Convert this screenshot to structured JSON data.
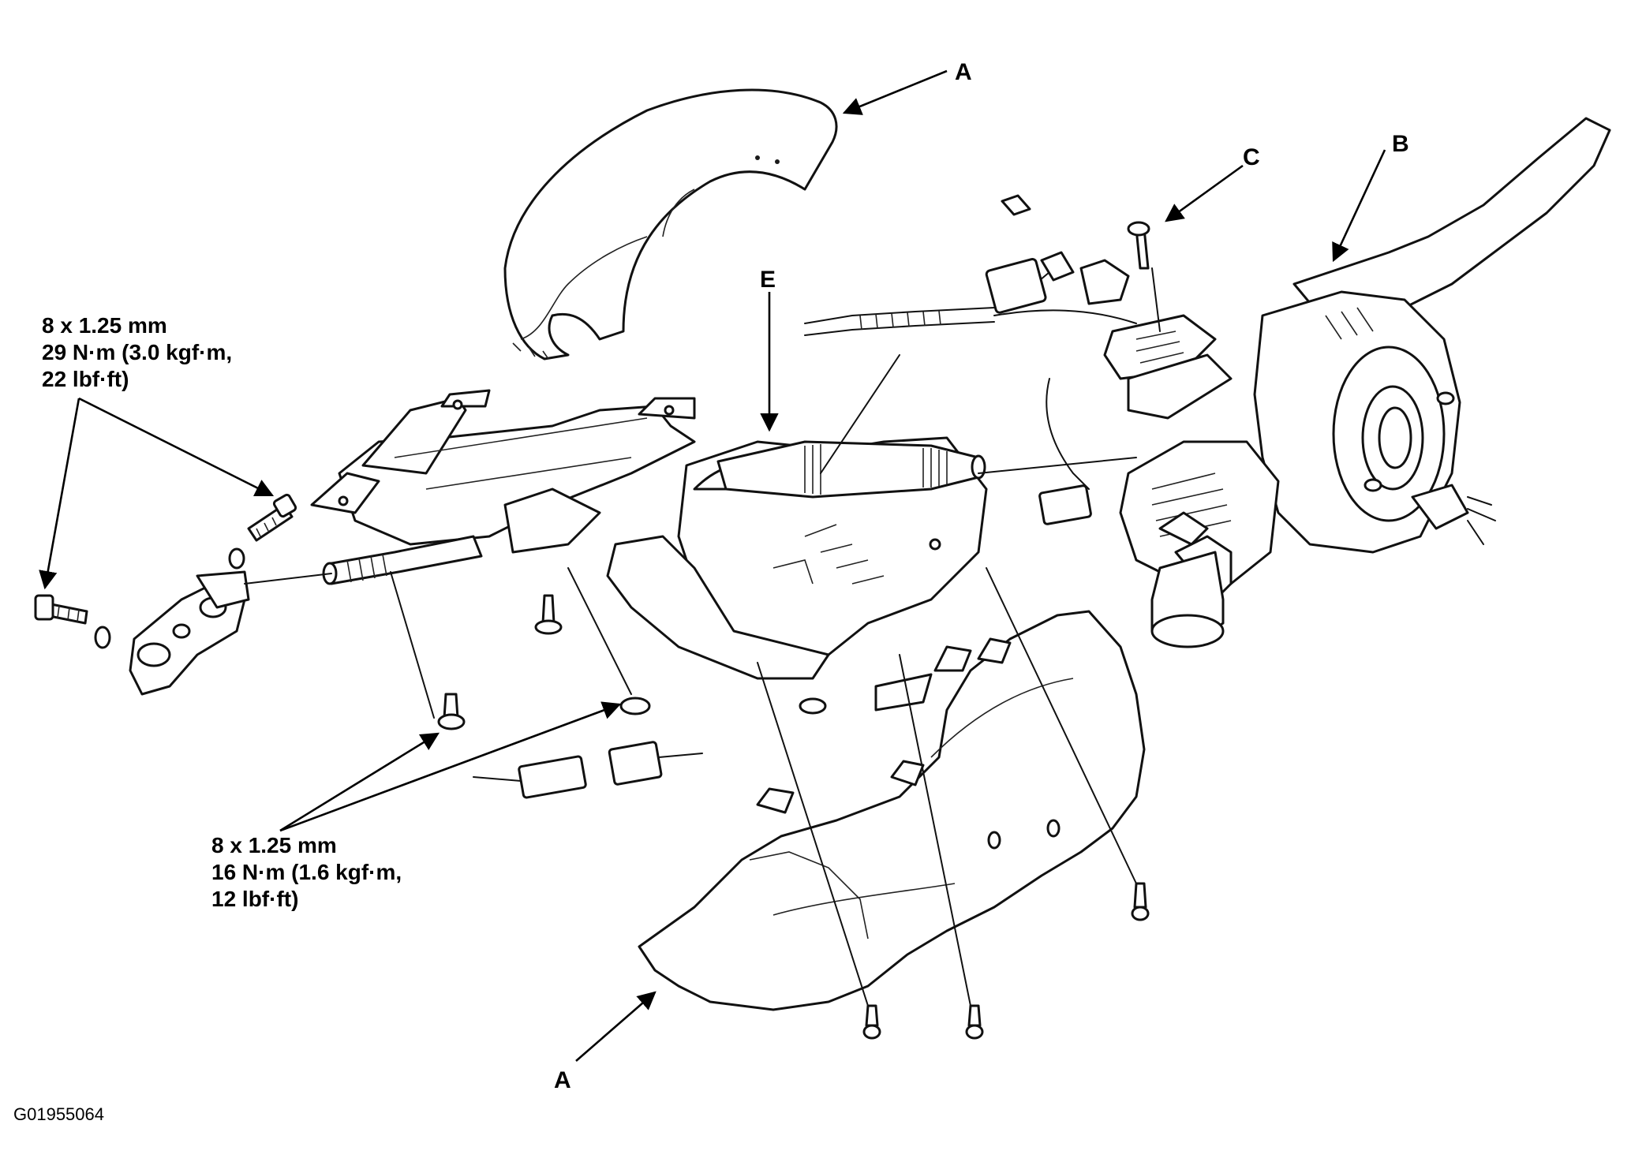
{
  "callouts": {
    "a_top": "A",
    "a_bottom": "A",
    "b": "B",
    "c": "C",
    "e": "E"
  },
  "specs": {
    "upper": {
      "line1": "8 x 1.25 mm",
      "line2": "29 N·m (3.0 kgf·m,",
      "line3": "22 lbf·ft)"
    },
    "lower": {
      "line1": "8 x 1.25 mm",
      "line2": "16 N·m (1.6 kgf·m,",
      "line3": "12 lbf·ft)"
    }
  },
  "figure_code": "G01955064"
}
